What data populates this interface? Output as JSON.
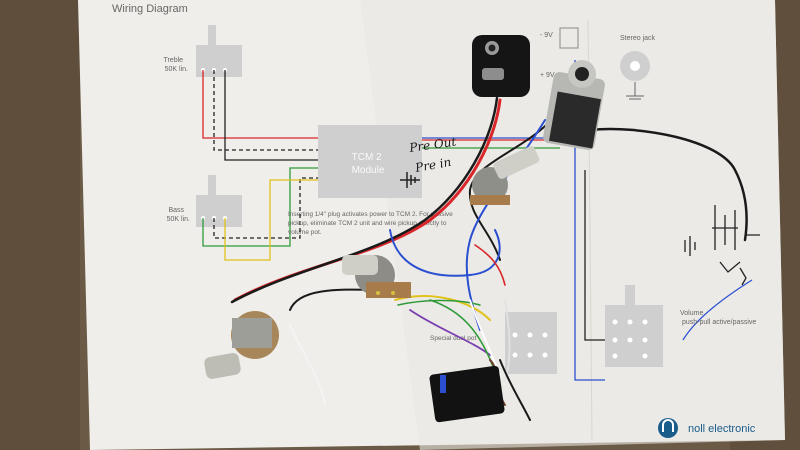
{
  "diagram": {
    "title": "Wiring Diagram",
    "treble_label": [
      "Treble",
      "50K lin."
    ],
    "bass_label": [
      "Bass",
      "50K lin."
    ],
    "module_label": [
      "TCM 2",
      "Module"
    ],
    "minus_9v": "- 9V",
    "plus_9v": "+ 9V",
    "stereo_jack": "Stereo jack",
    "note_lines": [
      "Inserting 1/4\" plug activates power to TCM 2. For passive",
      "pickup, eliminate TCM 2 unit and wire pickup directly to",
      "volume pot."
    ],
    "special_label": "Special dual pot",
    "volume_label": [
      "Volume",
      "push-pull active/passive"
    ],
    "brand": "noll electronic"
  },
  "handwriting": {
    "pre_out": "Pre Out",
    "pre_in": "Pre in"
  },
  "colors": {
    "background": "#6b5a45",
    "paper": "#f1f0ec",
    "module": "#cfcfcf",
    "wire_red": "#d8262a",
    "wire_blue": "#2a4fd0",
    "wire_green": "#2f9a3a",
    "wire_yellow": "#e0c21a",
    "brand": "#1a5d8a"
  }
}
